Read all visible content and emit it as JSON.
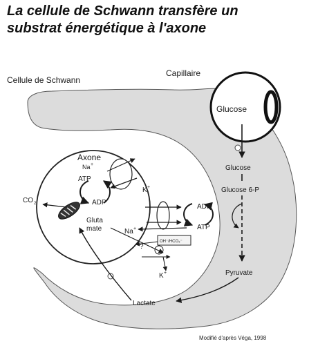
{
  "title": {
    "line1": "La cellule de Schwann transfère un",
    "line2": "substrat énergétique à l'axone"
  },
  "labels": {
    "schwann_cell": "Cellule de Schwann",
    "capillary": "Capillaire",
    "glucose_capillary": "Glucose",
    "glucose": "Glucose",
    "glucose6p": "Glucose 6-P",
    "pyruvate": "Pyruvate",
    "lactate": "Lactate",
    "axone": "Axone",
    "na_axon": "Na",
    "atp_axon": "ATP",
    "adp_axon": "ADP",
    "co2": "CO",
    "co2_sub": "2",
    "gluta_line1": "Gluta",
    "gluta_line2": "mate",
    "k_left": "K",
    "adp_schwann": "ADP",
    "atp_schwann": "ATP",
    "na_schwann": "Na",
    "question": "?",
    "transporter": "OH⁻/HCO₃⁻",
    "k_bottom": "K",
    "plus": "+"
  },
  "credit": "Modifié d'après Véga, 1998"
}
